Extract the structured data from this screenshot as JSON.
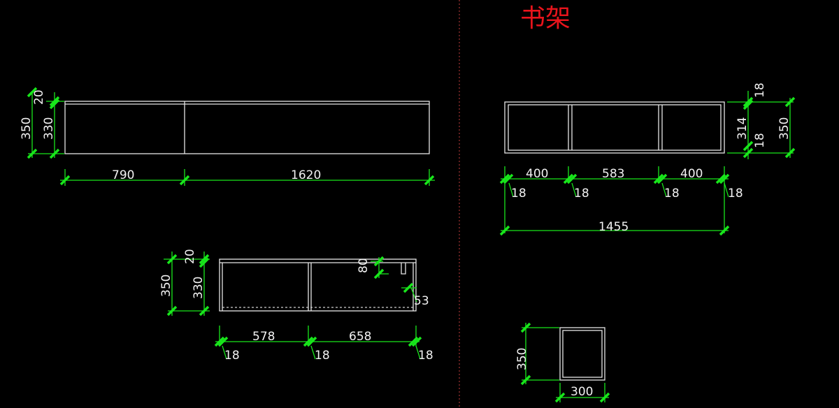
{
  "title": "书架",
  "view1": {
    "height_total": "350",
    "top_thickness": "20",
    "body_height": "330",
    "width_a": "790",
    "width_b": "1620"
  },
  "view2": {
    "top_board": "18",
    "inner_height": "314",
    "bottom_board": "18",
    "height_total": "350",
    "bay_a": "400",
    "bay_b": "583",
    "bay_c": "400",
    "board_1": "18",
    "board_2": "18",
    "board_3": "18",
    "board_4": "18",
    "width_total": "1455"
  },
  "view3": {
    "height_total": "350",
    "top_thickness": "20",
    "body_height": "330",
    "slot_height": "80",
    "slot_offset": "53",
    "bay_a": "578",
    "bay_b": "658",
    "board_1": "18",
    "board_2": "18",
    "board_3": "18"
  },
  "view4": {
    "height": "350",
    "depth": "300"
  },
  "colors": {
    "background": "#000000",
    "dimension": "#18e61b",
    "outline": "#e6e6e6",
    "title": "#e8141c"
  }
}
